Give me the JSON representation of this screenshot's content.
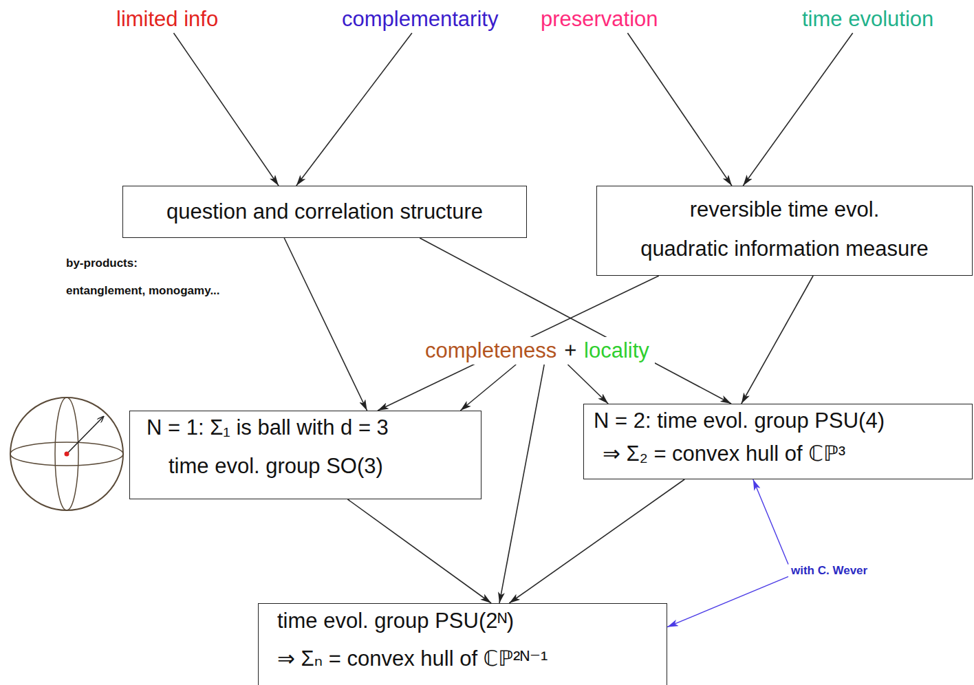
{
  "diagram": {
    "nodes": [
      {
        "text": [
          "limited info"
        ]
      },
      {
        "text": [
          "complementarity"
        ]
      },
      {
        "text": [
          "preservation"
        ]
      },
      {
        "text": [
          "time evolution"
        ]
      },
      {
        "text": [
          "question and correlation structure"
        ]
      },
      {
        "text": [
          "reversible time evol.",
          "quadratic information measure"
        ]
      },
      {
        "text": [
          "completeness",
          "+",
          "locality"
        ]
      },
      {
        "text": [
          "N = 1: Σ₁ is ball with d = 3",
          "time evol. group SO(3)"
        ]
      },
      {
        "text": [
          "N = 2: time evol. group PSU(4)",
          "⇒ Σ₂ = convex hull of ℂℙ³"
        ]
      },
      {
        "text": [
          "with C. Wever"
        ]
      },
      {
        "text": [
          "time evol. group PSU(2ᴺ)",
          "⇒ Σₙ = convex hull of ℂℙ²ᴺ⁻¹"
        ]
      }
    ],
    "edges": [
      {
        "from": 0,
        "to": 4,
        "arrow": "to"
      },
      {
        "from": 1,
        "to": 4,
        "arrow": "to"
      },
      {
        "from": 2,
        "to": 5,
        "arrow": "to"
      },
      {
        "from": 3,
        "to": 5,
        "arrow": "to"
      },
      {
        "from": 4,
        "to": 7,
        "arrow": "to"
      },
      {
        "from": 4,
        "to": 8,
        "arrow": "to"
      },
      {
        "from": 5,
        "to": 7,
        "arrow": "to"
      },
      {
        "from": 5,
        "to": 8,
        "arrow": "to"
      },
      {
        "from": 6,
        "to": 7,
        "arrow": "to"
      },
      {
        "from": 6,
        "to": 8,
        "arrow": "to"
      },
      {
        "from": 6,
        "to": 10,
        "arrow": "to"
      },
      {
        "from": 7,
        "to": 10,
        "arrow": "to"
      },
      {
        "from": 8,
        "to": 10,
        "arrow": "to"
      },
      {
        "from": 9,
        "to": 8,
        "arrow": "to"
      },
      {
        "from": 9,
        "to": 10,
        "arrow": "to"
      }
    ],
    "labels": [
      "by-products:",
      "entanglement, monogamy..."
    ]
  }
}
